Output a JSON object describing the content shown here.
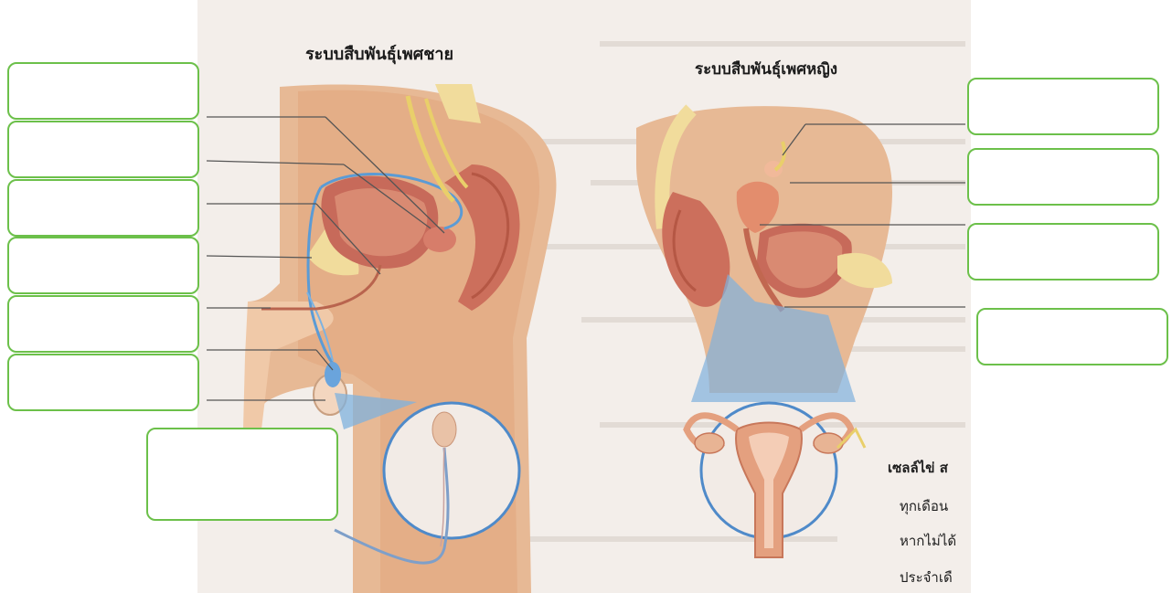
{
  "diagram": {
    "male_title": "ระบบสืบพันธุ์เพศชาย",
    "female_title": "ระบบสืบพันธุ์เพศหญิง",
    "side_text": {
      "line1": "เซลล์ไข่ ส",
      "line2": "ทุกเดือน",
      "line3": "หากไม่ได้",
      "line4": "ประจำเดื"
    }
  },
  "answer_boxes": {
    "left": [
      "",
      "",
      "",
      "",
      "",
      ""
    ],
    "bottom": "",
    "right": [
      "",
      "",
      "",
      ""
    ]
  },
  "colors": {
    "box_border": "#6cc04a",
    "skin": "#d9a57b",
    "vessel_blue": "#5b9bd5",
    "organ_red": "#c76a5a"
  }
}
